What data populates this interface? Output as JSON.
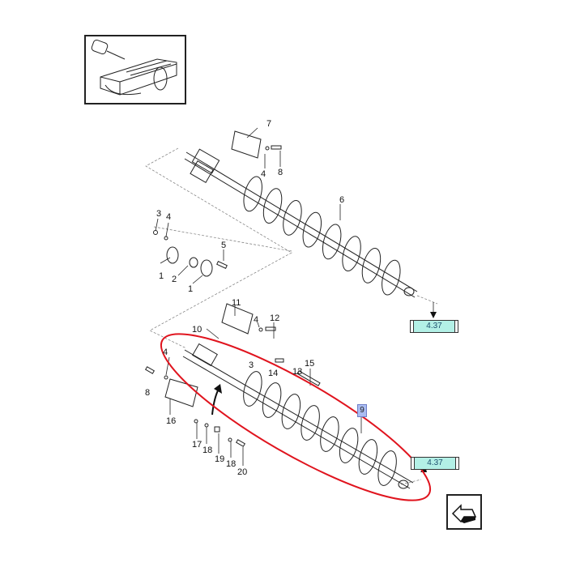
{
  "diagram": {
    "title": "Auger assembly exploded parts view",
    "labels": {
      "l1a": "1",
      "l1b": "1",
      "l2": "2",
      "l3a": "3",
      "l3b": "3",
      "l4a": "4",
      "l4b": "4",
      "l4c": "4",
      "l4d": "4",
      "l5": "5",
      "l6": "6",
      "l7": "7",
      "l8a": "8",
      "l8b": "8",
      "l10": "10",
      "l11": "11",
      "l12": "12",
      "l13": "13",
      "l14": "14",
      "l15": "15",
      "l16": "16",
      "l17": "17",
      "l18a": "18",
      "l18b": "18",
      "l19": "19",
      "l20": "20"
    },
    "selected_part": "9",
    "ref_upper": "4.37",
    "ref_lower": "4.37",
    "highlight_color": "#e0141e",
    "ref_color": "#b3f0e6",
    "selected_color": "#aabdf2"
  },
  "thumbnail": {
    "name": "machine-overview-thumbnail"
  },
  "nav": {
    "name": "back-navigation"
  }
}
